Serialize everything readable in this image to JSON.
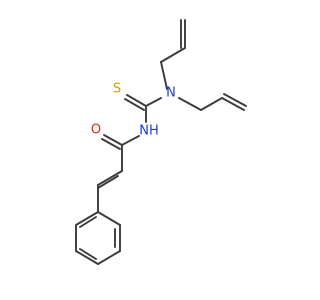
{
  "molecule": {
    "atoms": {
      "sulfur": "S",
      "nitrogen_amine": "N",
      "nitrogen_amide": "NH",
      "oxygen": "O"
    },
    "colors": {
      "bond": "#3b3b3b",
      "sulfur": "#c6a400",
      "nitrogen": "#1f3fd6",
      "oxygen": "#e2211c"
    }
  }
}
